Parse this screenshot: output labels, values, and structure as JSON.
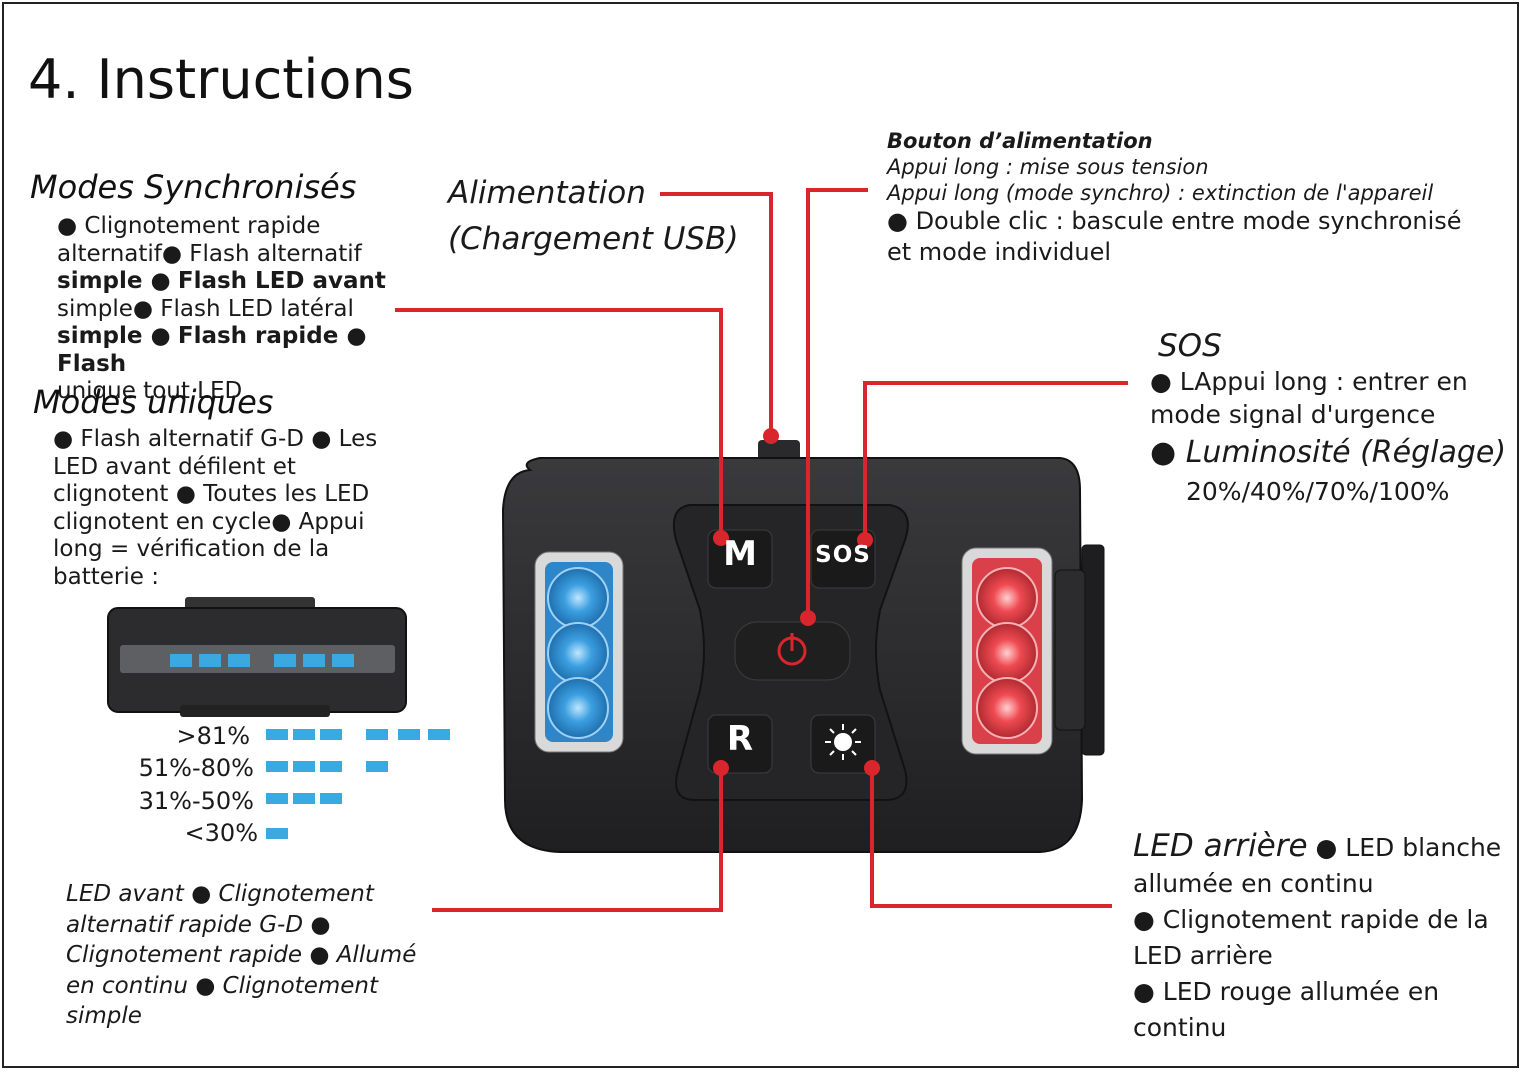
{
  "title": "4. Instructions",
  "modes_sync": {
    "heading": "Modes Synchronisés",
    "l1": "● Clignotement rapide",
    "l2": "alternatif● Flash alternatif",
    "l3a": "simple ●",
    "l3b": "Flash LED avant",
    "l4": "simple● Flash LED latéral",
    "l5a": "simple ●",
    "l5b": "Flash rapide ●",
    "l5c": "Flash",
    "l6": "unique tout LED"
  },
  "modes_uniques": {
    "heading": "Modes uniques",
    "l1": "● Flash alternatif G-D ● Les",
    "l2": "LED avant défilent et",
    "l3": "clignotent ● Toutes les LED",
    "l4": "clignotent en cycle● Appui",
    "l5": "long = vérification de la",
    "l6": "batterie :"
  },
  "battery_levels": [
    {
      "label": ">81%",
      "bars": 6
    },
    {
      "label": "51%-80%",
      "bars": 4
    },
    {
      "label": "31%-50%",
      "bars": 3
    },
    {
      "label": "<30%",
      "bars": 1
    }
  ],
  "alimentation": {
    "l1": "Alimentation",
    "l2": "(Chargement USB)"
  },
  "bouton": {
    "heading": "Bouton d’alimentation",
    "l1": "Appui long : mise sous tension",
    "l2": "Appui long (mode synchro) : extinction de l'appareil",
    "l3": "● Double clic : bascule entre mode synchronisé",
    "l4": "et mode individuel"
  },
  "sos": {
    "heading": "SOS",
    "l1": "● LAppui long : entrer en",
    "l2": "mode signal d'urgence",
    "l3": "● Luminosité (Réglage)",
    "l4": "20%/40%/70%/100%"
  },
  "led_avant": {
    "l1": "LED avant ● Clignotement",
    "l2": "alternatif rapide G-D ●",
    "l3": "Clignotement rapide ● Allumé",
    "l4": "en continu ● Clignotement",
    "l5": "simple"
  },
  "led_arriere": {
    "heading": "LED arrière",
    "l1": "● LED blanche",
    "l2": "allumée en continu",
    "l3": "● Clignotement rapide de la",
    "l4": "LED arrière",
    "l5": "● LED rouge allumée en",
    "l6": "continu"
  },
  "device": {
    "btn_m": "M",
    "btn_sos": "SOS",
    "btn_r": "R"
  },
  "colors": {
    "callout": "#d8262c",
    "battery_bar": "#3aa9e0",
    "led_blue": "#2d8fd4",
    "led_red": "#e8404a",
    "body_dark": "#2a2a2c"
  }
}
